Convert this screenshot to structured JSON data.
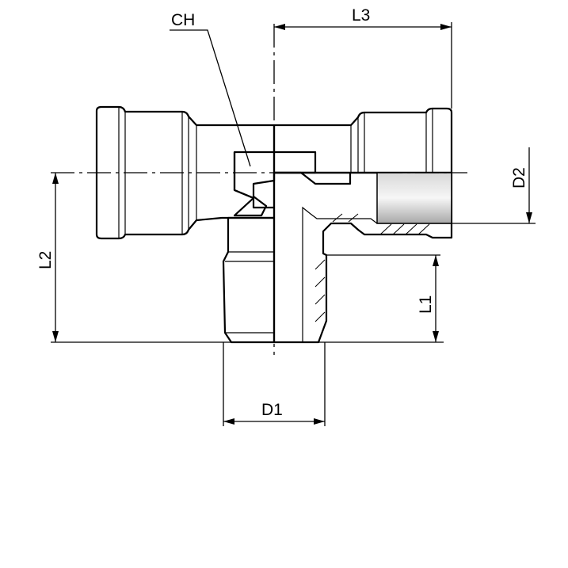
{
  "labels": {
    "ch": "CH",
    "l3": "L3",
    "d2": "D2",
    "l2": "L2",
    "l1": "L1",
    "d1": "D1"
  },
  "colors": {
    "line": "#000000",
    "section_fill": "#6e6e6e",
    "steel_dark": "#5a5a5a",
    "steel_light": "#f2f2f2",
    "background": "#ffffff"
  }
}
